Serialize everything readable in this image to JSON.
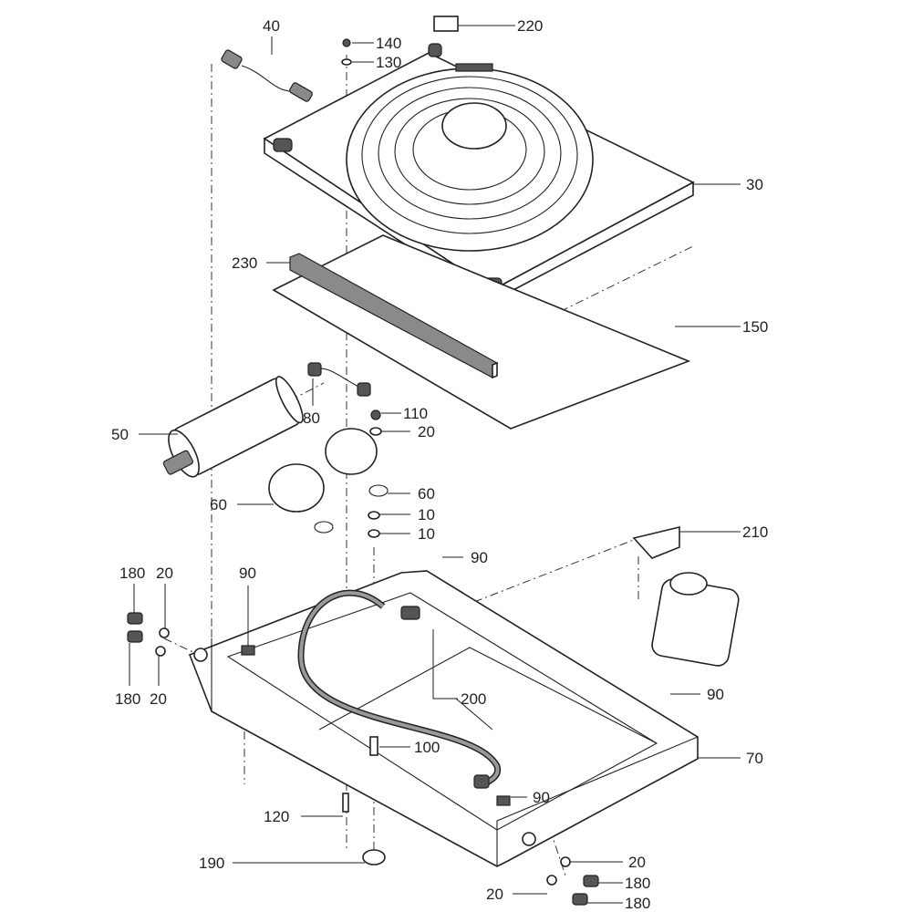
{
  "diagram": {
    "callouts": [
      "40",
      "140",
      "130",
      "220",
      "30",
      "230",
      "150",
      "50",
      "80",
      "110",
      "20",
      "60",
      "60",
      "10",
      "10",
      "210",
      "90",
      "180",
      "20",
      "90",
      "180",
      "20",
      "200",
      "90",
      "100",
      "70",
      "90",
      "120",
      "190",
      "20",
      "180",
      "20",
      "180"
    ]
  }
}
